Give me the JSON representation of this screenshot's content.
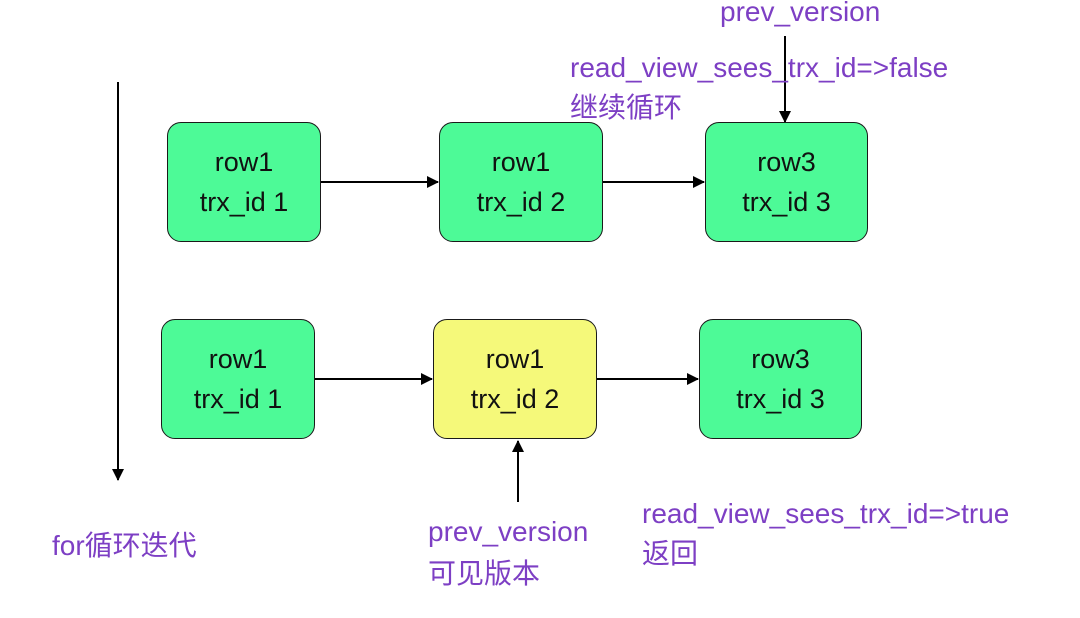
{
  "colors": {
    "visible_node": "#4dfa97",
    "found_node": "#f5f97a",
    "border": "#1a1a1a",
    "arrow": "#000000",
    "annotation": "#7d3fc4"
  },
  "rows": [
    {
      "nodes": [
        {
          "line1": "row1",
          "line2": "trx_id 1",
          "state": "visible_node"
        },
        {
          "line1": "row1",
          "line2": "trx_id 2",
          "state": "visible_node"
        },
        {
          "line1": "row3",
          "line2": "trx_id 3",
          "state": "visible_node"
        }
      ]
    },
    {
      "nodes": [
        {
          "line1": "row1",
          "line2": "trx_id 1",
          "state": "visible_node"
        },
        {
          "line1": "row1",
          "line2": "trx_id 2",
          "state": "found_node"
        },
        {
          "line1": "row3",
          "line2": "trx_id 3",
          "state": "visible_node"
        }
      ]
    }
  ],
  "annotations": {
    "top_prev_version": "prev_version",
    "top_check": "read_view_sees_trx_id=>false",
    "top_continue": "继续循环",
    "loop_label": "for循环迭代",
    "bottom_prev_version": "prev_version",
    "bottom_visible": "可见版本",
    "bottom_check": "read_view_sees_trx_id=>true",
    "bottom_return": "返回"
  }
}
